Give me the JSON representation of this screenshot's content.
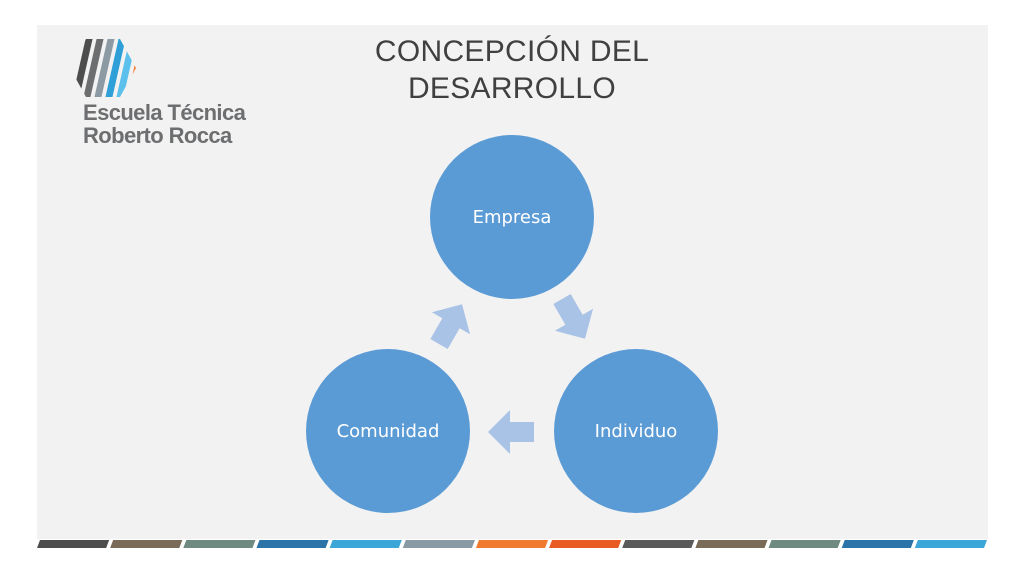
{
  "logo": {
    "line1": "Escuela Técnica",
    "line2": "Roberto Rocca",
    "stripe_colors": [
      "#4d4d4d",
      "#6d6e70",
      "#8c9aa3",
      "#2f9fd8",
      "#5bc0eb",
      "#f47c30"
    ]
  },
  "title": {
    "line1": "CONCEPCIÓN DEL",
    "line2": "DESARROLLO"
  },
  "diagram": {
    "type": "cycle",
    "nodes": [
      {
        "label": "Empresa"
      },
      {
        "label": "Individuo"
      },
      {
        "label": "Comunidad"
      }
    ],
    "flow": [
      "Empresa → Individuo",
      "Individuo → Comunidad",
      "Comunidad → Empresa"
    ],
    "node_color": "#5b9bd5",
    "arrow_color": "#a9c3e6"
  },
  "footer": {
    "stripe_colors": [
      "#4d4d4d",
      "#7a6a58",
      "#6f8a80",
      "#2c73a8",
      "#3aa7d8",
      "#8a9aa4",
      "#f07b2e",
      "#e85c24",
      "#5a5a5a",
      "#7a6a58",
      "#6f8a80",
      "#2c73a8",
      "#3aa7d8"
    ]
  },
  "colors": {
    "slide_bg": "#f2f2f2",
    "title_text": "#404040",
    "logo_text": "#6d6e70"
  }
}
